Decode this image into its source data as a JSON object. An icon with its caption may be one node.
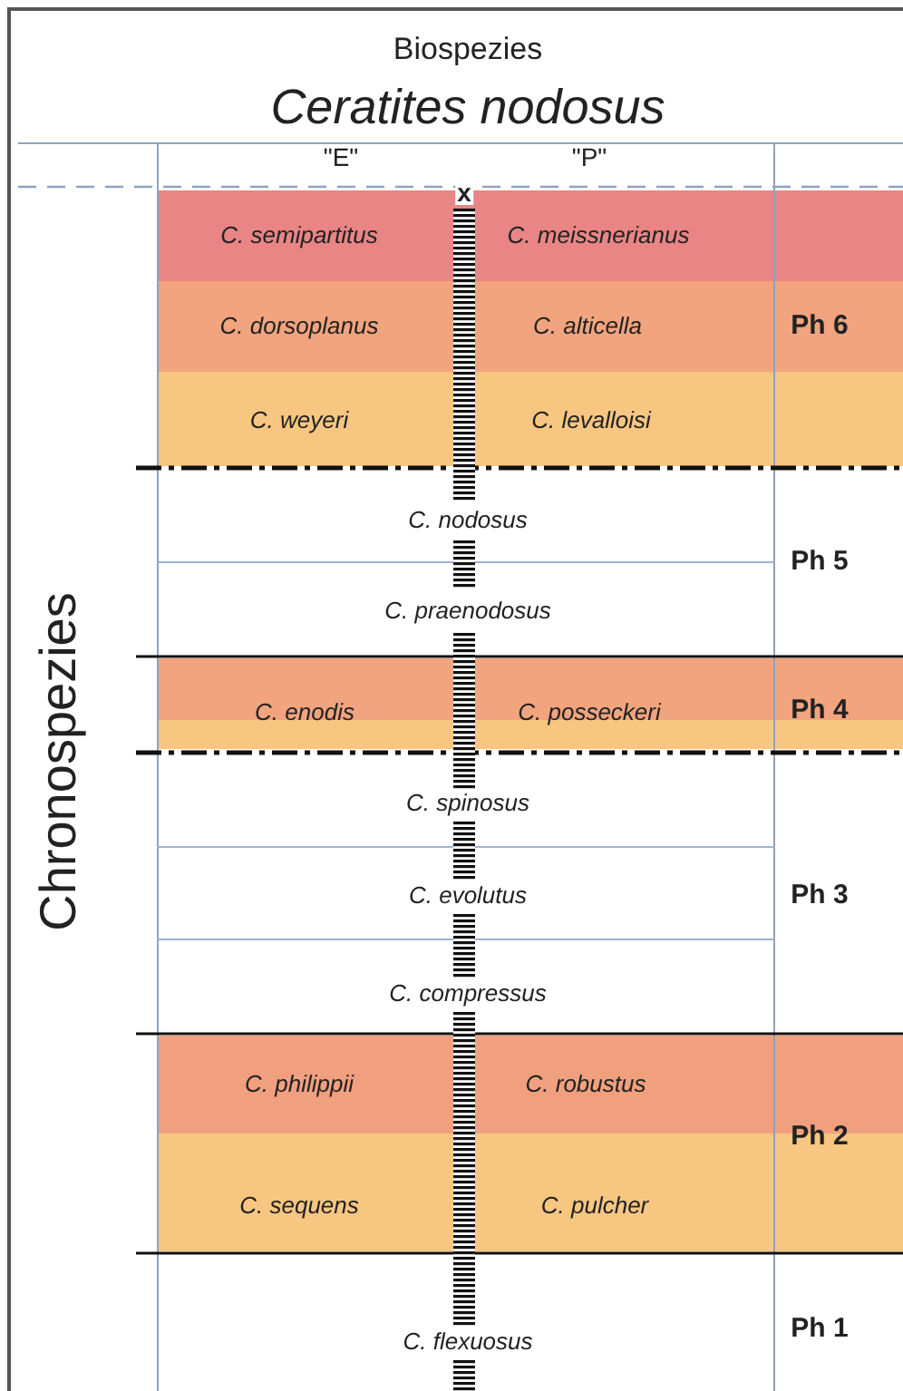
{
  "diagram": {
    "labels": [
      "Biospezies",
      "Ceratites nodosus",
      "Chronospezies",
      "\"E\"",
      "\"P\"",
      "x",
      "C. semipartitus",
      "C. meissnerianus",
      "C. dorsoplanus",
      "C. alticella",
      "Ph 6",
      "C. weyeri",
      "C. levalloisi",
      "C. nodosus",
      "Ph 5",
      "C. praenodosus",
      "C. enodis",
      "C. posseckeri",
      "Ph 4",
      "C. spinosus",
      "C. evolutus",
      "Ph 3",
      "C. compressus",
      "C. philippii",
      "C. robustus",
      "Ph 2",
      "C. sequens",
      "C. pulcher",
      "Ph 1",
      "C. flexuosus"
    ]
  }
}
